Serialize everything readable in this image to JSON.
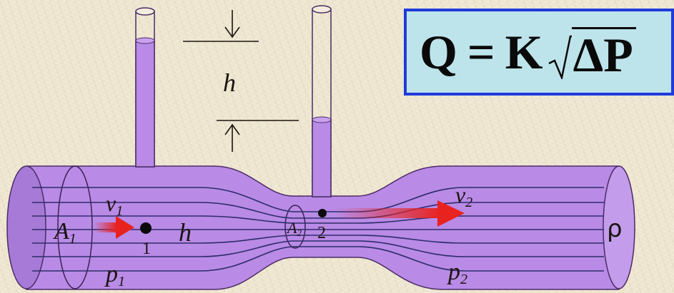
{
  "formula": {
    "q": "Q",
    "equals": "=",
    "k": "K",
    "radicand": "ΔP"
  },
  "labels": {
    "h_top": "h",
    "v1": "v",
    "v1_sub": "1",
    "v2": "v",
    "v2_sub": "2",
    "a1": "A",
    "a1_sub": "1",
    "a2": "A",
    "a2_sub": "2",
    "point1": "1",
    "point2": "2",
    "h_mid": "h",
    "p1": "p",
    "p1_sub": "1",
    "p2": "p",
    "p2_sub": "2",
    "rho": "ρ"
  },
  "colors": {
    "fluid": "#b98ae6",
    "fluid_dark": "#7b4aa8",
    "arrow": "#e8231f",
    "formula_bg": "#bde4ea",
    "formula_border": "#1f3bdc"
  }
}
